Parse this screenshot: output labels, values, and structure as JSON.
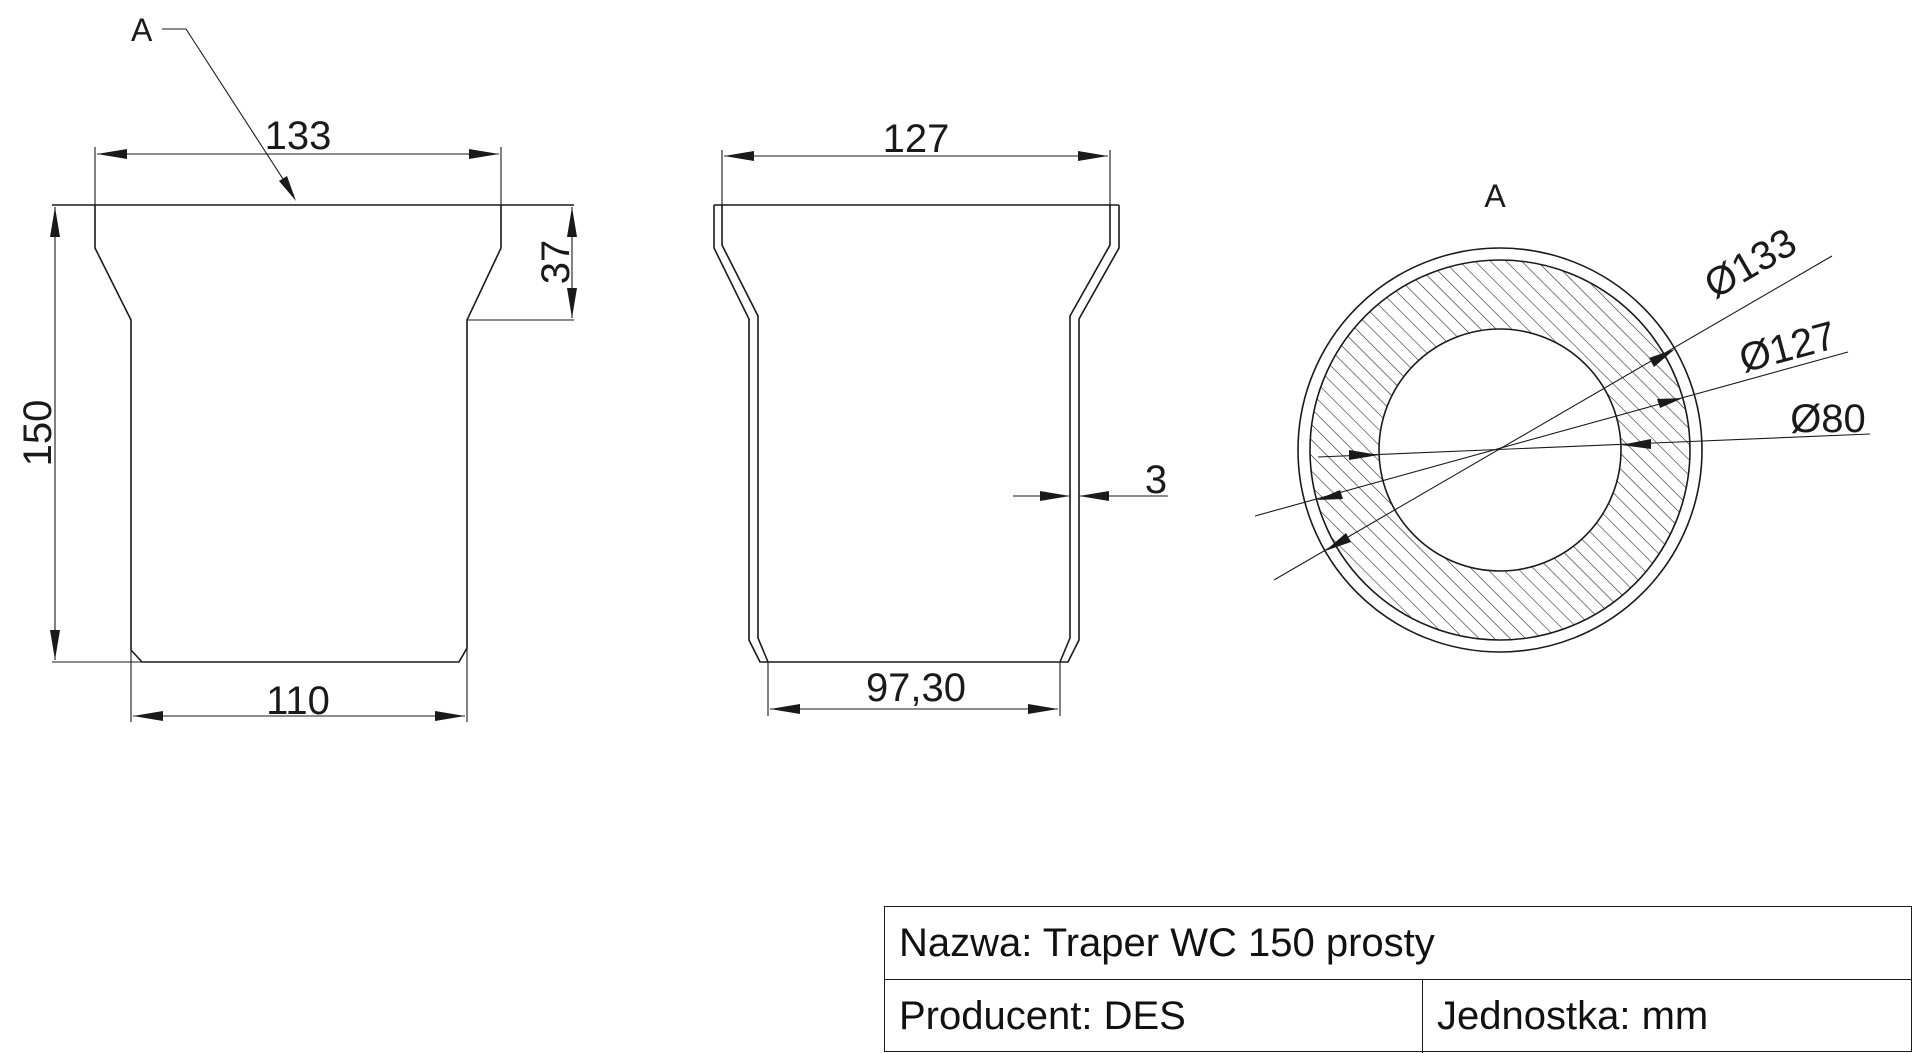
{
  "views": {
    "side": {
      "section_marker": "A",
      "dim_top_width": "133",
      "dim_height": "150",
      "dim_socket_depth": "37",
      "dim_bottom_width": "110"
    },
    "section": {
      "dim_top_inner": "127",
      "dim_wall": "3",
      "dim_bottom_inner": "97,30"
    },
    "cross_section": {
      "label": "A",
      "dia_outer": "Ø133",
      "dia_inner": "Ø127",
      "dia_bore": "Ø80"
    }
  },
  "title_block": {
    "name_label": "Nazwa:",
    "name_value": "Traper WC 150 prosty",
    "producer_label": "Producent:",
    "producer_value": "DES",
    "unit_label": "Jednostka:",
    "unit_value": "mm"
  }
}
